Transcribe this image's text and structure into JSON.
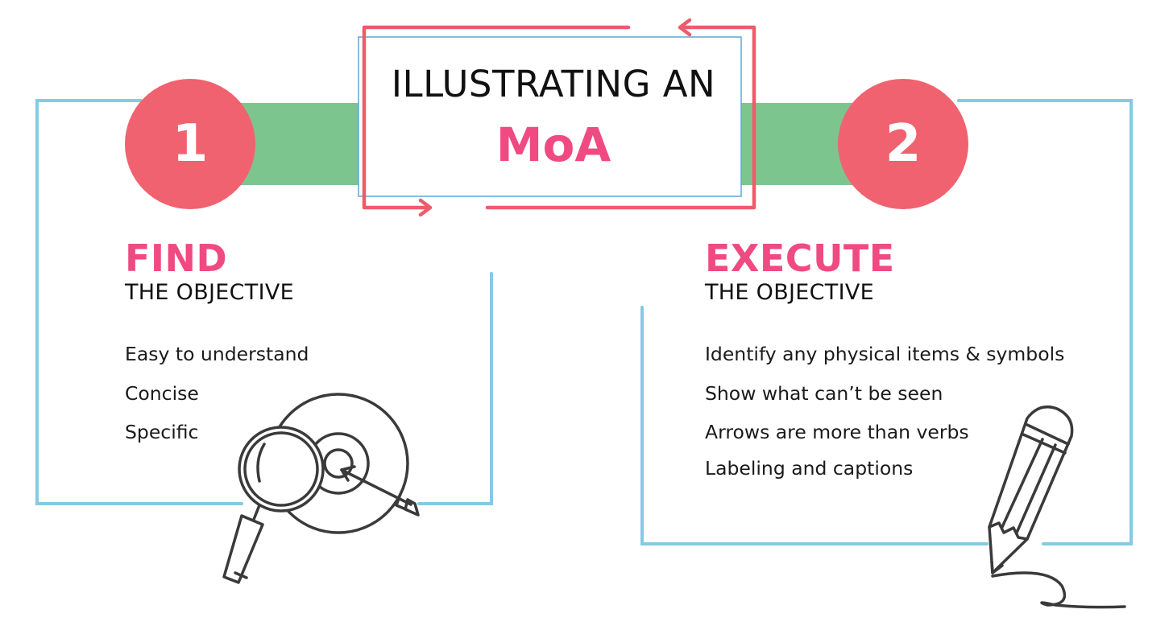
{
  "title": {
    "line1": "ILLUSTRATING AN",
    "line2": "MoA"
  },
  "steps": [
    {
      "number": "1",
      "heading": "FIND",
      "subheading": "THE OBJECTIVE",
      "items": [
        "Easy to understand",
        "Concise",
        "Specific"
      ]
    },
    {
      "number": "2",
      "heading": "EXECUTE",
      "subheading": "THE OBJECTIVE",
      "items": [
        "Identify any physical items & symbols",
        "Show what can’t be seen",
        "Arrows are more than verbs",
        "Labeling and captions"
      ]
    }
  ],
  "icons": {
    "left": "magnifier-target-icon",
    "right": "pencil-icon"
  },
  "colors": {
    "accent_pink": "#f04a82",
    "circle_red": "#f0626f",
    "banner_green": "#7dc58e",
    "frame_blue": "#86c9e4",
    "outline_red": "#ef5b6b",
    "icon_gray": "#3a3a3a"
  }
}
